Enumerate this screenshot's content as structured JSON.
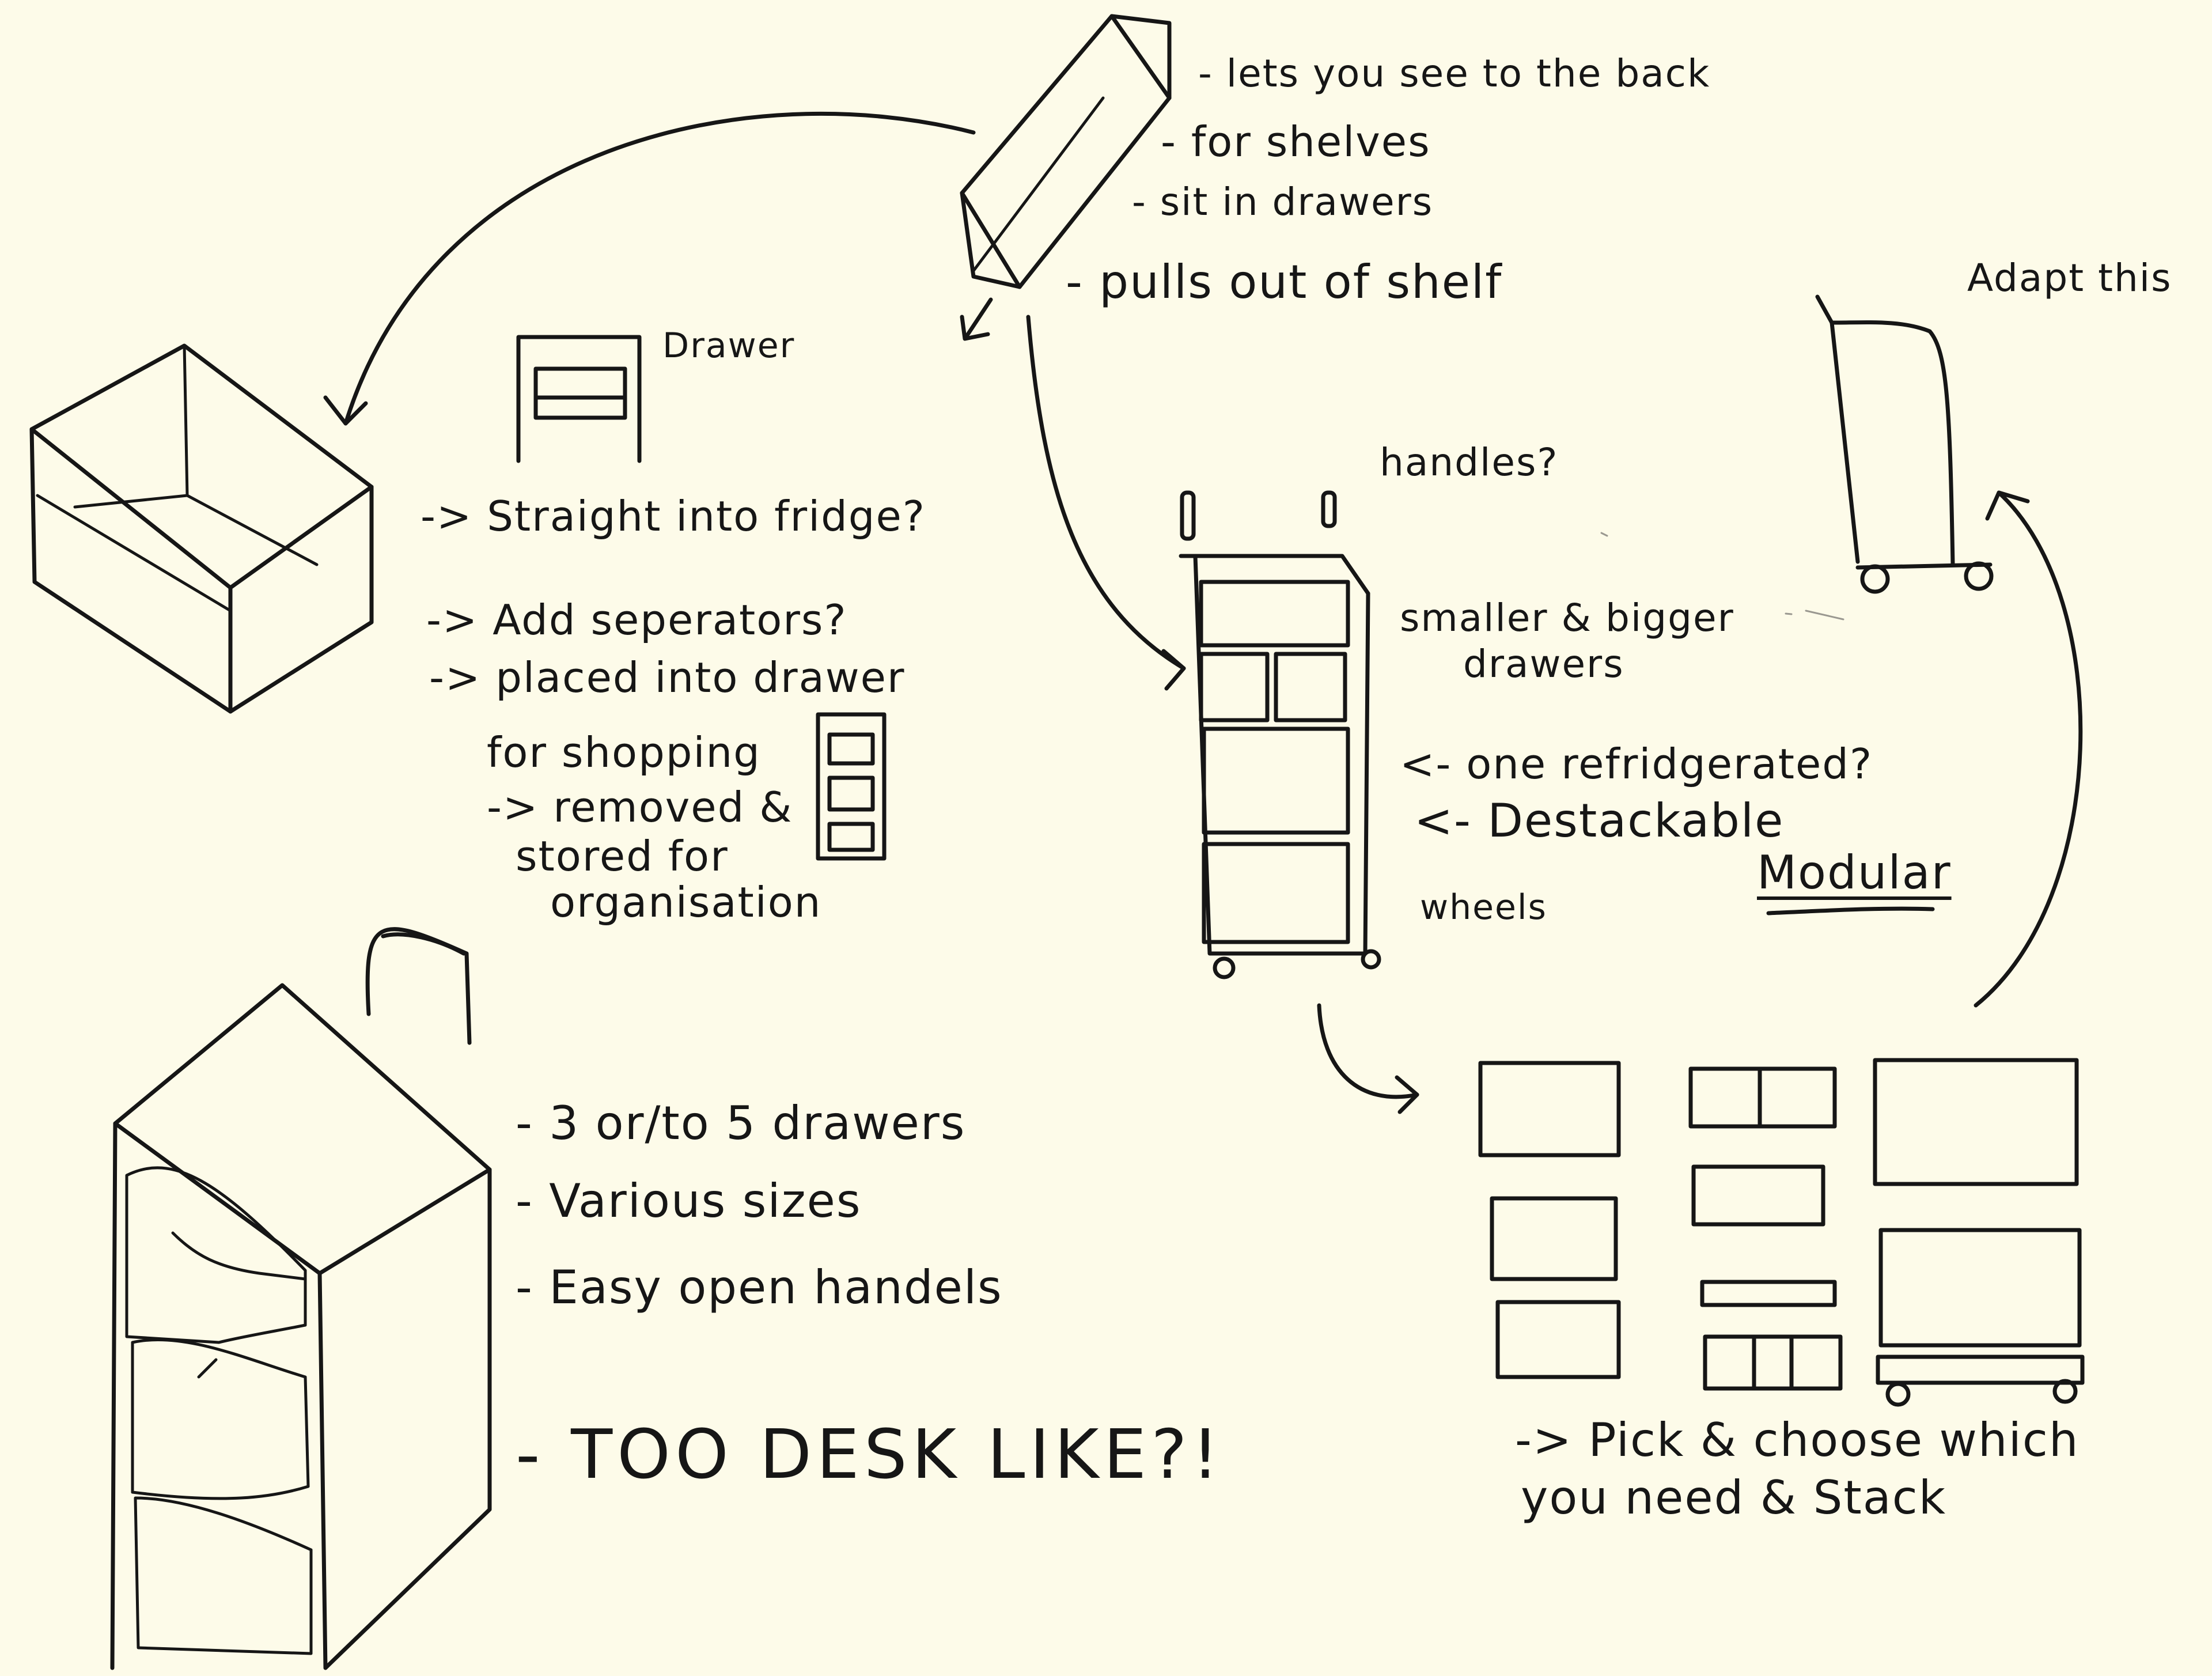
{
  "notes": {
    "see_back": "- lets you see to the back",
    "for_shelves": "- for shelves",
    "sit_drawers": "- sit in drawers",
    "pulls_out": "- pulls out of shelf",
    "drawer": "Drawer",
    "fridge": "-> Straight into fridge?",
    "separators": "-> Add seperators?",
    "placed": "-> placed into drawer",
    "shopping": "for shopping",
    "removed": "-> removed &",
    "stored": "stored for",
    "organisation": "organisation",
    "handles": "handles?",
    "smaller_bigger": "smaller & bigger",
    "drawers": "drawers",
    "refrigerated": "<- one refridgerated?",
    "destackable": "<- Destackable",
    "modular": "Modular",
    "wheels": "wheels",
    "adapt": "Adapt this",
    "drawers_count": "- 3 or/to 5 drawers",
    "sizes": "- Various sizes",
    "easy_open": "- Easy open handels",
    "desk_like": "- TOO DESK LIKE?!",
    "pick_choose": "-> Pick & choose which",
    "need_stack": "you need & Stack"
  },
  "colors": {
    "paper": "#fdfbe9",
    "ink": "#161616"
  }
}
